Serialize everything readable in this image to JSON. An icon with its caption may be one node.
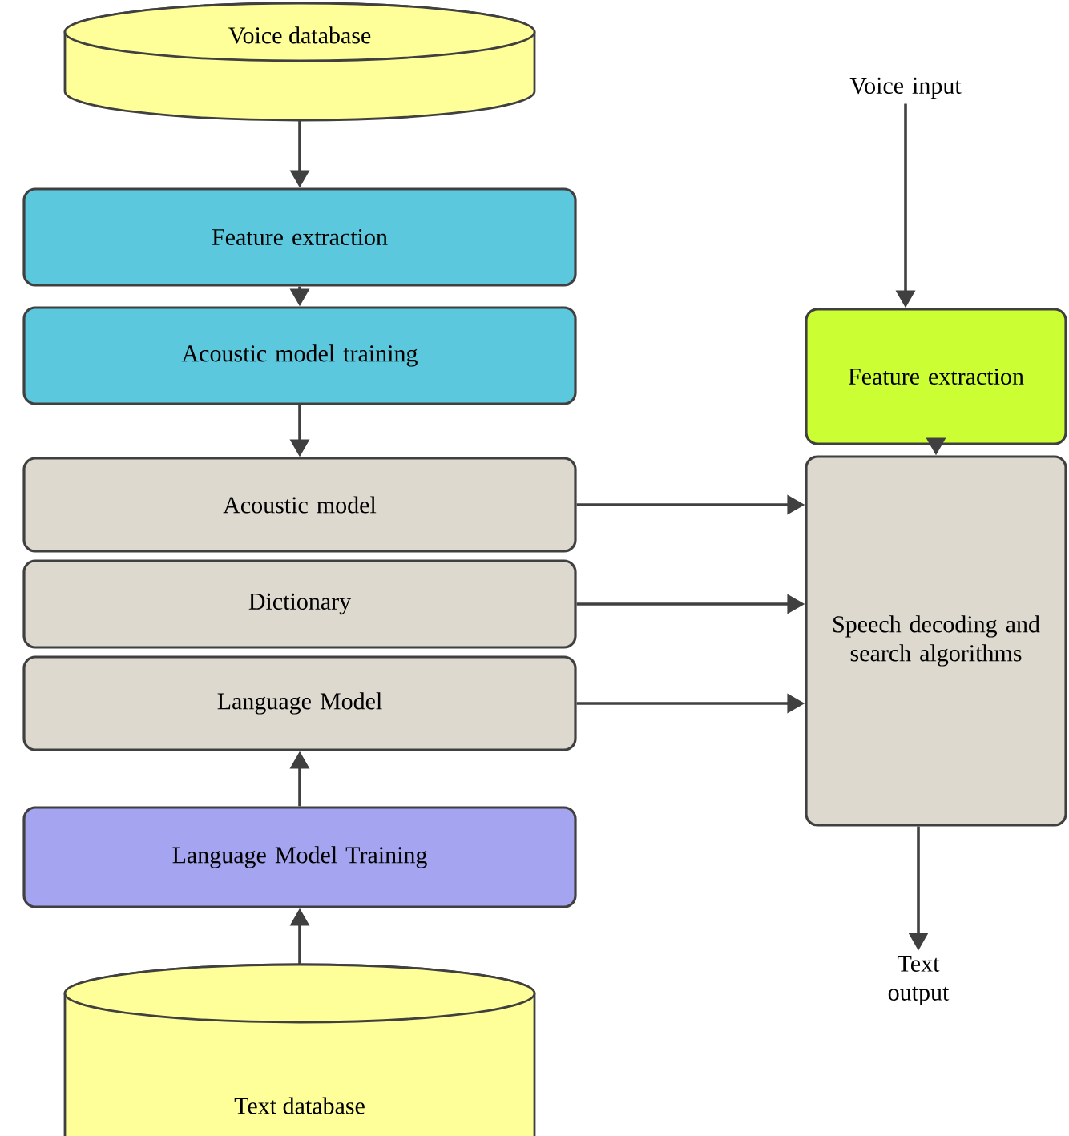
{
  "diagram": {
    "nodes": [
      {
        "text": [
          "Voice database"
        ]
      },
      {
        "text": [
          "Feature extraction"
        ]
      },
      {
        "text": [
          "Acoustic model training"
        ]
      },
      {
        "text": [
          "Acoustic model"
        ]
      },
      {
        "text": [
          "Dictionary"
        ]
      },
      {
        "text": [
          "Language Model"
        ]
      },
      {
        "text": [
          "Language Model Training"
        ]
      },
      {
        "text": [
          "Text database"
        ]
      },
      {
        "text": [
          "Voice input"
        ]
      },
      {
        "text": [
          "Feature extraction"
        ]
      },
      {
        "text": [
          "Speech decoding and search algorithms"
        ]
      },
      {
        "text": [
          "Text output"
        ]
      }
    ],
    "edges": [
      {
        "from": 0,
        "to": 1,
        "arrow": "to"
      },
      {
        "from": 1,
        "to": 2,
        "arrow": "to"
      },
      {
        "from": 2,
        "to": 3,
        "arrow": "to"
      },
      {
        "from": 7,
        "to": 6,
        "arrow": "to"
      },
      {
        "from": 6,
        "to": 5,
        "arrow": "to"
      },
      {
        "from": 3,
        "to": 10,
        "arrow": "to"
      },
      {
        "from": 4,
        "to": 10,
        "arrow": "to"
      },
      {
        "from": 5,
        "to": 10,
        "arrow": "to"
      },
      {
        "from": 8,
        "to": 9,
        "arrow": "to"
      },
      {
        "from": 9,
        "to": 10,
        "arrow": "to"
      },
      {
        "from": 10,
        "to": 11,
        "arrow": "to"
      }
    ]
  }
}
